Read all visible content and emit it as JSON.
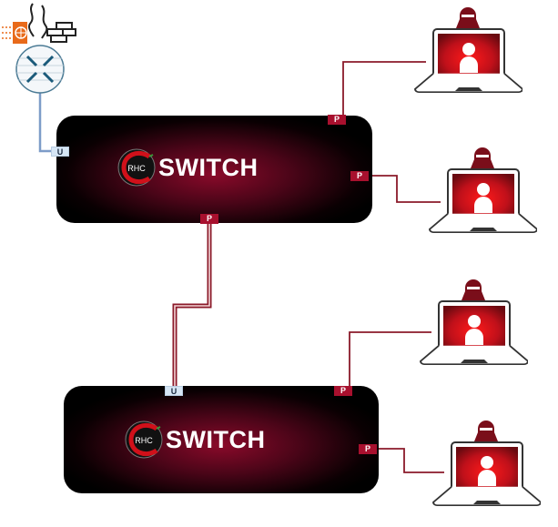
{
  "diagram": {
    "type": "network-topology",
    "colors": {
      "link_red": "#8b1a2a",
      "link_blue": "#7d9cc8",
      "port_p": "#a8102e",
      "port_u": "#d6e6f5",
      "screen_red": "#e0101a",
      "firewall_orange": "#e86a1a"
    },
    "uplink_device": {
      "label": "firewall-router",
      "icons": [
        "firewall-icon",
        "router-icon"
      ]
    },
    "switches": [
      {
        "id": "switch-1",
        "brand_logo": "RHC",
        "label": "SWITCH",
        "ports": [
          {
            "type": "U",
            "label": "U"
          },
          {
            "type": "P",
            "label": "P"
          },
          {
            "type": "P",
            "label": "P"
          },
          {
            "type": "P",
            "label": "P"
          }
        ]
      },
      {
        "id": "switch-2",
        "brand_logo": "RHC",
        "label": "SWITCH",
        "ports": [
          {
            "type": "U",
            "label": "U"
          },
          {
            "type": "P",
            "label": "P"
          },
          {
            "type": "P",
            "label": "P"
          }
        ]
      }
    ],
    "clients": [
      {
        "id": "laptop-1",
        "connected_to": "switch-1"
      },
      {
        "id": "laptop-2",
        "connected_to": "switch-1"
      },
      {
        "id": "laptop-3",
        "connected_to": "switch-2"
      },
      {
        "id": "laptop-4",
        "connected_to": "switch-2"
      }
    ],
    "links": [
      {
        "from": "router",
        "to": "switch-1 U"
      },
      {
        "from": "switch-1 P",
        "to": "switch-2 U"
      },
      {
        "from": "switch-1 P",
        "to": "laptop-1"
      },
      {
        "from": "switch-1 P",
        "to": "laptop-2"
      },
      {
        "from": "switch-2 P",
        "to": "laptop-3"
      },
      {
        "from": "switch-2 P",
        "to": "laptop-4"
      }
    ]
  }
}
